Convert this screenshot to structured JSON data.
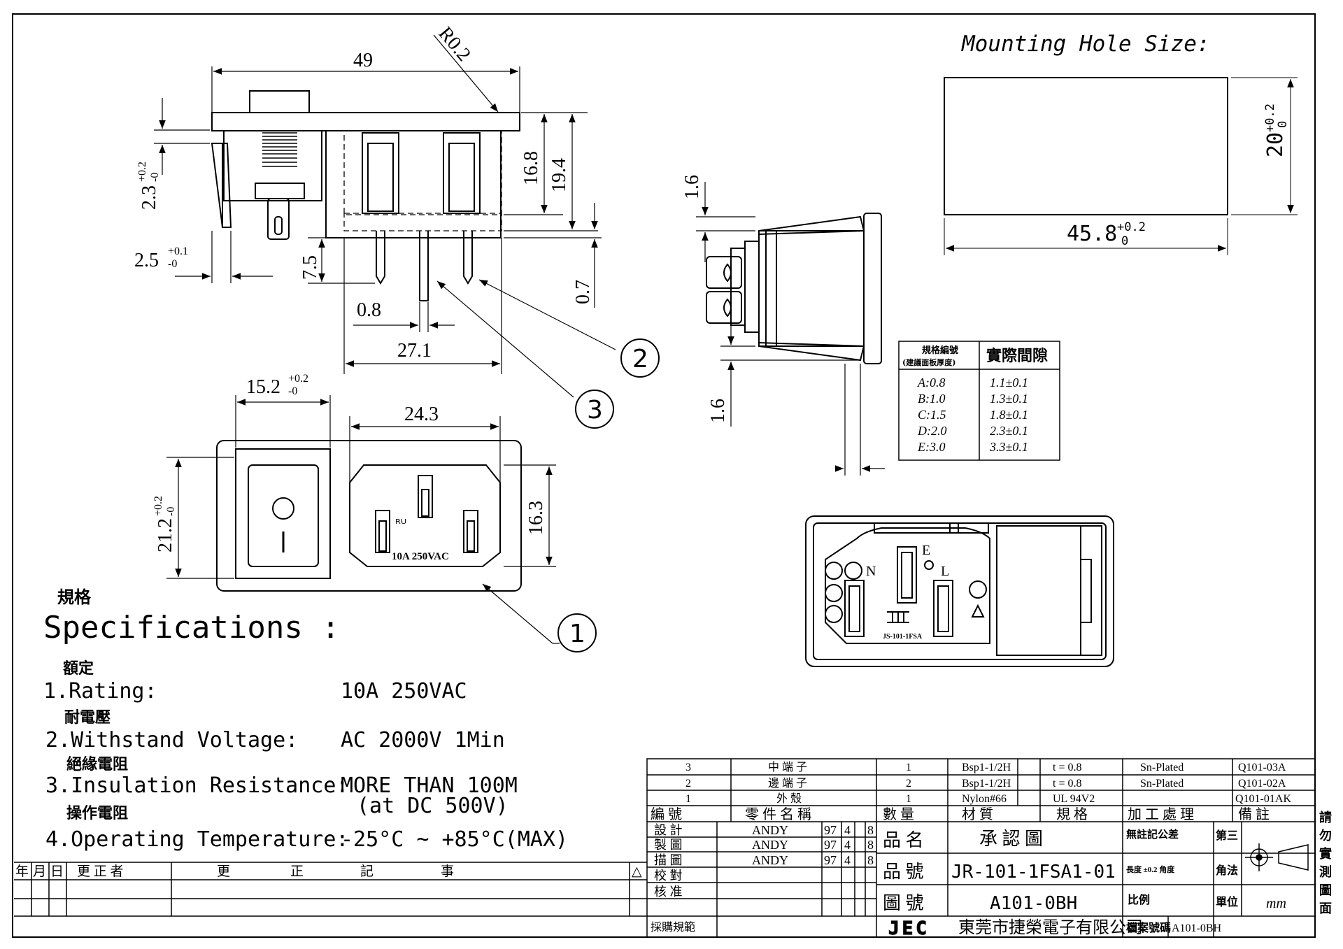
{
  "mounting": {
    "title": "Mounting Hole Size:",
    "height_dim": "20",
    "height_tol_upper": "+0.2",
    "height_tol_lower": "0",
    "width_dim": "45.8",
    "width_tol_upper": "+0.2",
    "width_tol_lower": "0"
  },
  "top_view": {
    "dim_49": "49",
    "dim_r02": "R0.2",
    "dim_2_3": "2.3",
    "dim_2_3_tol": "+0.2",
    "dim_2_3_tol_lower": "-0",
    "dim_2_5": "2.5",
    "dim_2_5_tol": "+0.1",
    "dim_2_5_tol_lower": "-0",
    "dim_16_8": "16.8",
    "dim_19_4": "19.4",
    "dim_7_5": "7.5",
    "dim_0_7": "0.7",
    "dim_0_8": "0.8",
    "dim_27_1": "27.1"
  },
  "front_view": {
    "dim_15_2": "15.2",
    "dim_15_2_tol": "+0.2",
    "dim_15_2_tol_lower": "-0",
    "dim_24_3": "24.3",
    "dim_21_2": "21.2",
    "dim_21_2_tol": "+0.2",
    "dim_21_2_tol_lower": "-0",
    "dim_16_3": "16.3",
    "rating_mark": "10A 250VAC"
  },
  "callouts": [
    "1",
    "2",
    "3"
  ],
  "side_view": {
    "dim_1_6_top": "1.6",
    "dim_1_6_bottom": "1.6"
  },
  "gap_table": {
    "header_left": "規格編號",
    "header_left_sub": "(建議面板厚度)",
    "header_right": "實際間隙",
    "rows": [
      {
        "spec": "A:0.8",
        "gap": "1.1±0.1"
      },
      {
        "spec": "B:1.0",
        "gap": "1.3±0.1"
      },
      {
        "spec": "C:1.5",
        "gap": "1.8±0.1"
      },
      {
        "spec": "D:2.0",
        "gap": "2.3±0.1"
      },
      {
        "spec": "E:3.0",
        "gap": "3.3±0.1"
      }
    ]
  },
  "back_view": {
    "label_n": "N",
    "label_e": "E",
    "label_l": "L",
    "model_mark": "JS-101-1FSA"
  },
  "specs": {
    "heading_cn": "規格",
    "heading": "Specifications :",
    "items": [
      {
        "cn": "額定",
        "label": "1.Rating:",
        "value": "10A 250VAC",
        "value2": ""
      },
      {
        "cn": "耐電壓",
        "label": "2.Withstand Voltage:",
        "value": "AC 2000V 1Min",
        "value2": ""
      },
      {
        "cn": "絕緣電阻",
        "label": "3.Insulation Resistance:",
        "value": "MORE THAN 100M",
        "value2": "(at DC 500V)"
      },
      {
        "cn": "操作電阻",
        "label": "4.Operating Temperature:",
        "value": "-25°C ~ +85°C(MAX)",
        "value2": ""
      }
    ]
  },
  "revision_table": {
    "headers": [
      "年",
      "月",
      "日",
      "更 正 者",
      "更",
      "正",
      "記",
      "事"
    ],
    "delta": "△"
  },
  "parts": [
    {
      "no": "3",
      "name": "中 端 子",
      "qty": "1",
      "material": "Bsp1-1/2H",
      "spec": "t = 0.8",
      "finish": "Sn-Plated",
      "remark": "Q101-03A"
    },
    {
      "no": "2",
      "name": "邊 端 子",
      "qty": "2",
      "material": "Bsp1-1/2H",
      "spec": "t = 0.8",
      "finish": "Sn-Plated",
      "remark": "Q101-02A"
    },
    {
      "no": "1",
      "name": "外 殼",
      "qty": "1",
      "material": "Nylon#66",
      "spec": "UL 94V2",
      "finish": "",
      "remark": "Q101-01AK"
    }
  ],
  "parts_header": {
    "no": "編 號",
    "name": "零 件 名 稱",
    "qty": "數 量",
    "material": "材 質",
    "spec": "規 格",
    "finish": "加 工 處 理",
    "remark": "備 註"
  },
  "title_block": {
    "roles": [
      {
        "role": "設 計",
        "name": "ANDY",
        "y": "97",
        "m": "4",
        "d": "8"
      },
      {
        "role": "製 圖",
        "name": "ANDY",
        "y": "97",
        "m": "4",
        "d": "8"
      },
      {
        "role": "描 圖",
        "name": "ANDY",
        "y": "97",
        "m": "4",
        "d": "8"
      },
      {
        "role": "校 對",
        "name": "",
        "y": "",
        "m": "",
        "d": ""
      },
      {
        "role": "核 准",
        "name": "",
        "y": "",
        "m": "",
        "d": ""
      },
      {
        "role": "採購規範",
        "name": "",
        "y": "",
        "m": "",
        "d": ""
      }
    ],
    "product_name_label": "品 名",
    "product_name": "承 認 圖",
    "product_no_label": "品 號",
    "product_no": "JR-101-1FSA1-01",
    "drawing_no_label": "圖 號",
    "drawing_no": "A101-0BH",
    "tolerance_label": "無註記公差",
    "tolerance_value": "長度 ±0.2 角度",
    "scale_label": "比例",
    "angle_label_1": "第三",
    "angle_label_2": "角法",
    "unit_label": "單位",
    "unit_value": "mm",
    "company_logo": "JEC",
    "company_name": "東莞市捷榮電子有限公司",
    "file_no_label": "檔案號碼",
    "file_no": "A101-0BH",
    "side_note": [
      "請",
      "勿",
      "實",
      "測",
      "圖",
      "面"
    ]
  }
}
